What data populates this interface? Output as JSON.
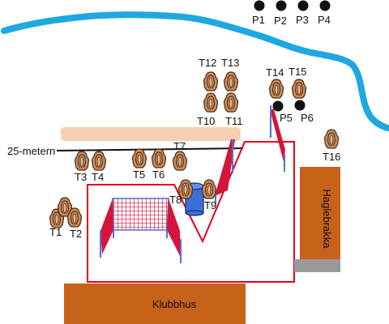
{
  "colors": {
    "river": "#1EA8E0",
    "boundary": "#E3001B",
    "trap_fill": "#C98A5A",
    "trap_stroke": "#4A2E1A",
    "building": "#C8611A",
    "platform": "#F7CFB0",
    "net": "#D4143A",
    "net_post": "#5470D6",
    "barrel": "#3B6FD8",
    "point": "#111111",
    "step": "#999999",
    "line": "#111111"
  },
  "icons": {
    "trap": "clay-trap-icon",
    "point": "shooting-point-icon",
    "barrel": "barrel-icon",
    "net": "safety-net-icon"
  },
  "labels": {
    "range_25m": "25-metern",
    "clubhouse": "Klubbhus",
    "trap_shed": "Haglebrakka"
  },
  "points": [
    {
      "id": "p1",
      "label": "P1"
    },
    {
      "id": "p2",
      "label": "P2"
    },
    {
      "id": "p3",
      "label": "P3"
    },
    {
      "id": "p4",
      "label": "P4"
    },
    {
      "id": "p5",
      "label": "P5"
    },
    {
      "id": "p6",
      "label": "P6"
    }
  ],
  "traps": [
    {
      "id": "t1",
      "label": "T1"
    },
    {
      "id": "t2",
      "label": "T2"
    },
    {
      "id": "t3",
      "label": "T3"
    },
    {
      "id": "t4",
      "label": "T4"
    },
    {
      "id": "t5",
      "label": "T5"
    },
    {
      "id": "t6",
      "label": "T6"
    },
    {
      "id": "t7",
      "label": "T7"
    },
    {
      "id": "t8",
      "label": "T8"
    },
    {
      "id": "t9",
      "label": "T9"
    },
    {
      "id": "t10",
      "label": "T10"
    },
    {
      "id": "t11",
      "label": "T11"
    },
    {
      "id": "t12",
      "label": "T12"
    },
    {
      "id": "t13",
      "label": "T13"
    },
    {
      "id": "t14",
      "label": "T14"
    },
    {
      "id": "t15",
      "label": "T15"
    },
    {
      "id": "t16",
      "label": "T16"
    }
  ]
}
